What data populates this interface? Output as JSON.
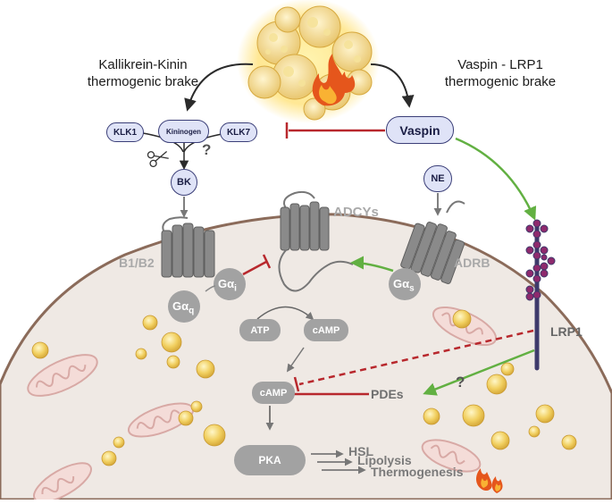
{
  "left_title": {
    "line1": "Kallikrein-Kinin",
    "line2": "thermogenic brake"
  },
  "right_title": {
    "line1": "Vaspin - LRP1",
    "line2": "thermogenic brake"
  },
  "nodes": {
    "klk1": "KLK1",
    "kininogen": "Kininogen",
    "klk7": "KLK7",
    "question_top": "?",
    "bk": "BK",
    "vaspin": "Vaspin",
    "ne": "NE",
    "adcys": "ADCYs",
    "b1b2": "B1/B2",
    "adrb": "ADRB",
    "gai_main": "Gα",
    "gai_sub": "i",
    "gaq_main": "Gα",
    "gaq_sub": "q",
    "gas_main": "Gα",
    "gas_sub": "s",
    "atp": "ATP",
    "camp_top": "cAMP",
    "camp_mid": "cAMP",
    "lrp1": "LRP1",
    "pdes": "PDEs",
    "question_mid": "?",
    "pka": "PKA",
    "hsl": "HSL",
    "lipolysis": "Lipolysis",
    "thermogenesis": "Thermogenesis"
  },
  "colors": {
    "inhibit_red": "#b8282d",
    "activate_green": "#62b042",
    "cell_fill": "#efe9e4",
    "cell_border": "#8b6b5a",
    "pill_fill": "#dfe3f7",
    "pill_border": "#3b3f78",
    "receptor_grey": "#8a8a8a",
    "lipid_yellow": "#f3d36b",
    "lrp1_stick": "#3e3a6b",
    "lrp1_beads": "#8e2a6d"
  },
  "icons": [
    "fat-cluster-icon",
    "flame-icon",
    "scissors-icon",
    "mitochondrion-icon",
    "lipid-droplet-icon"
  ]
}
